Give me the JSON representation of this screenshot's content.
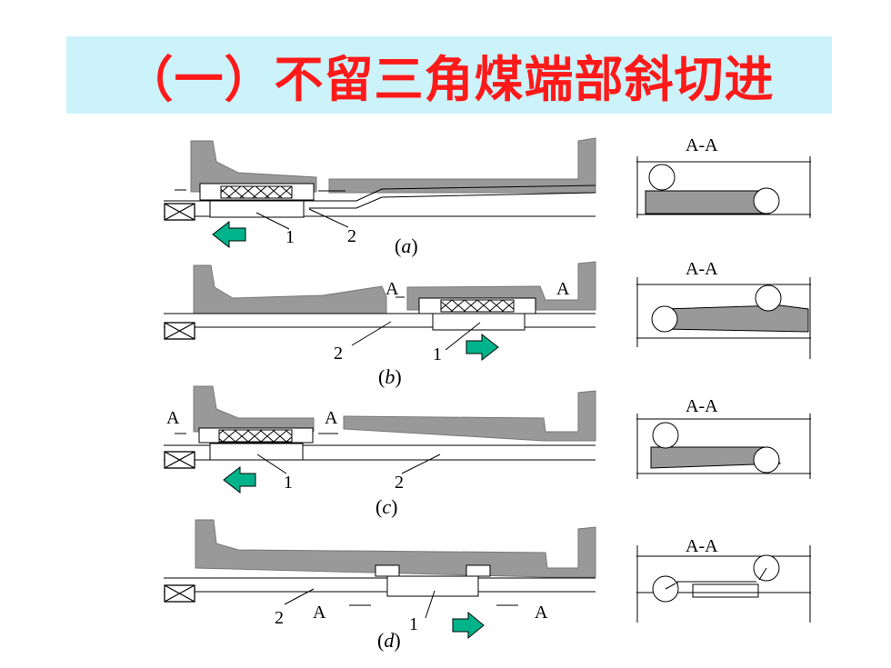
{
  "title": "（一）不留三角煤端部斜切进",
  "section_label": "A-A",
  "labels": {
    "cutter": "1",
    "conveyor": "2",
    "section_mark": "A"
  },
  "captions": {
    "open": "(",
    "close": ")",
    "a": "a",
    "b": "b",
    "c": "c",
    "d": "d"
  },
  "colors": {
    "title_text": "#ff1a1a",
    "title_bg": "#ccf2fa",
    "arrow": "#00b38a",
    "support": "#999999"
  },
  "arrow_directions": [
    "left",
    "right",
    "left",
    "right"
  ]
}
